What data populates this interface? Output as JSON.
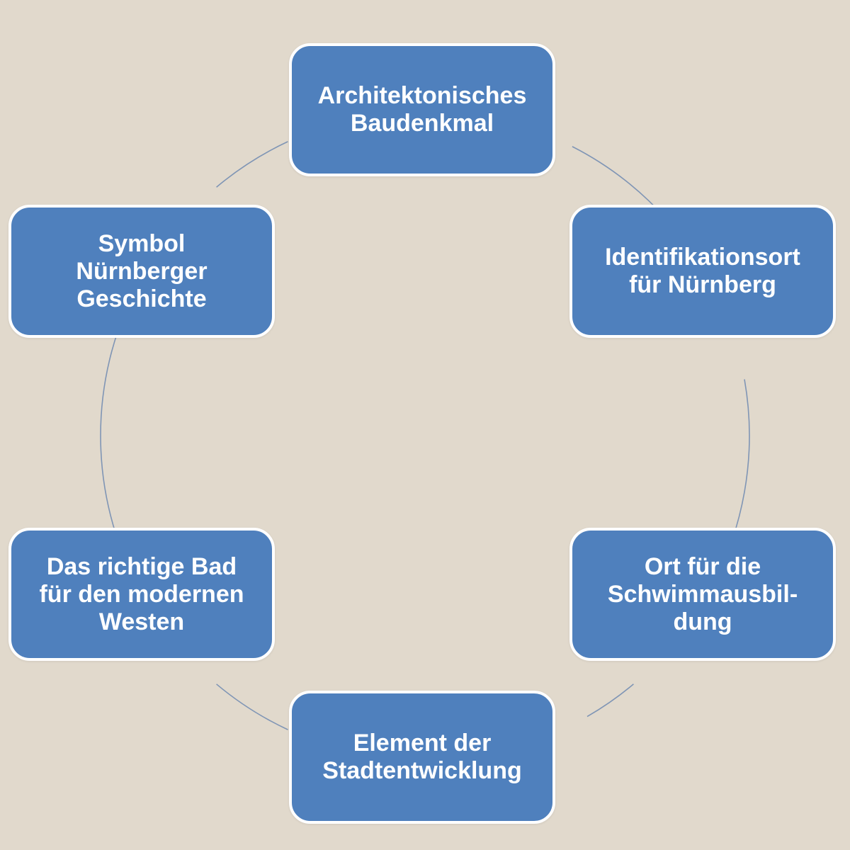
{
  "colors": {
    "background": "#e1d9cc",
    "node_fill": "#4f80bd",
    "node_border": "#ffffff",
    "ring": "#7f95b5",
    "text": "#ffffff"
  },
  "nodes": [
    {
      "label": "Architektonisches\nBaudenkmal"
    },
    {
      "label": "Identifikationsort\nfür Nürnberg"
    },
    {
      "label": "Ort für die\nSchwimmausbil-\ndung"
    },
    {
      "label": "Element der\nStadtentwicklung"
    },
    {
      "label": "Das richtige Bad\nfür den modernen\nWesten"
    },
    {
      "label": "Symbol\nNürnberger\nGeschichte"
    }
  ]
}
